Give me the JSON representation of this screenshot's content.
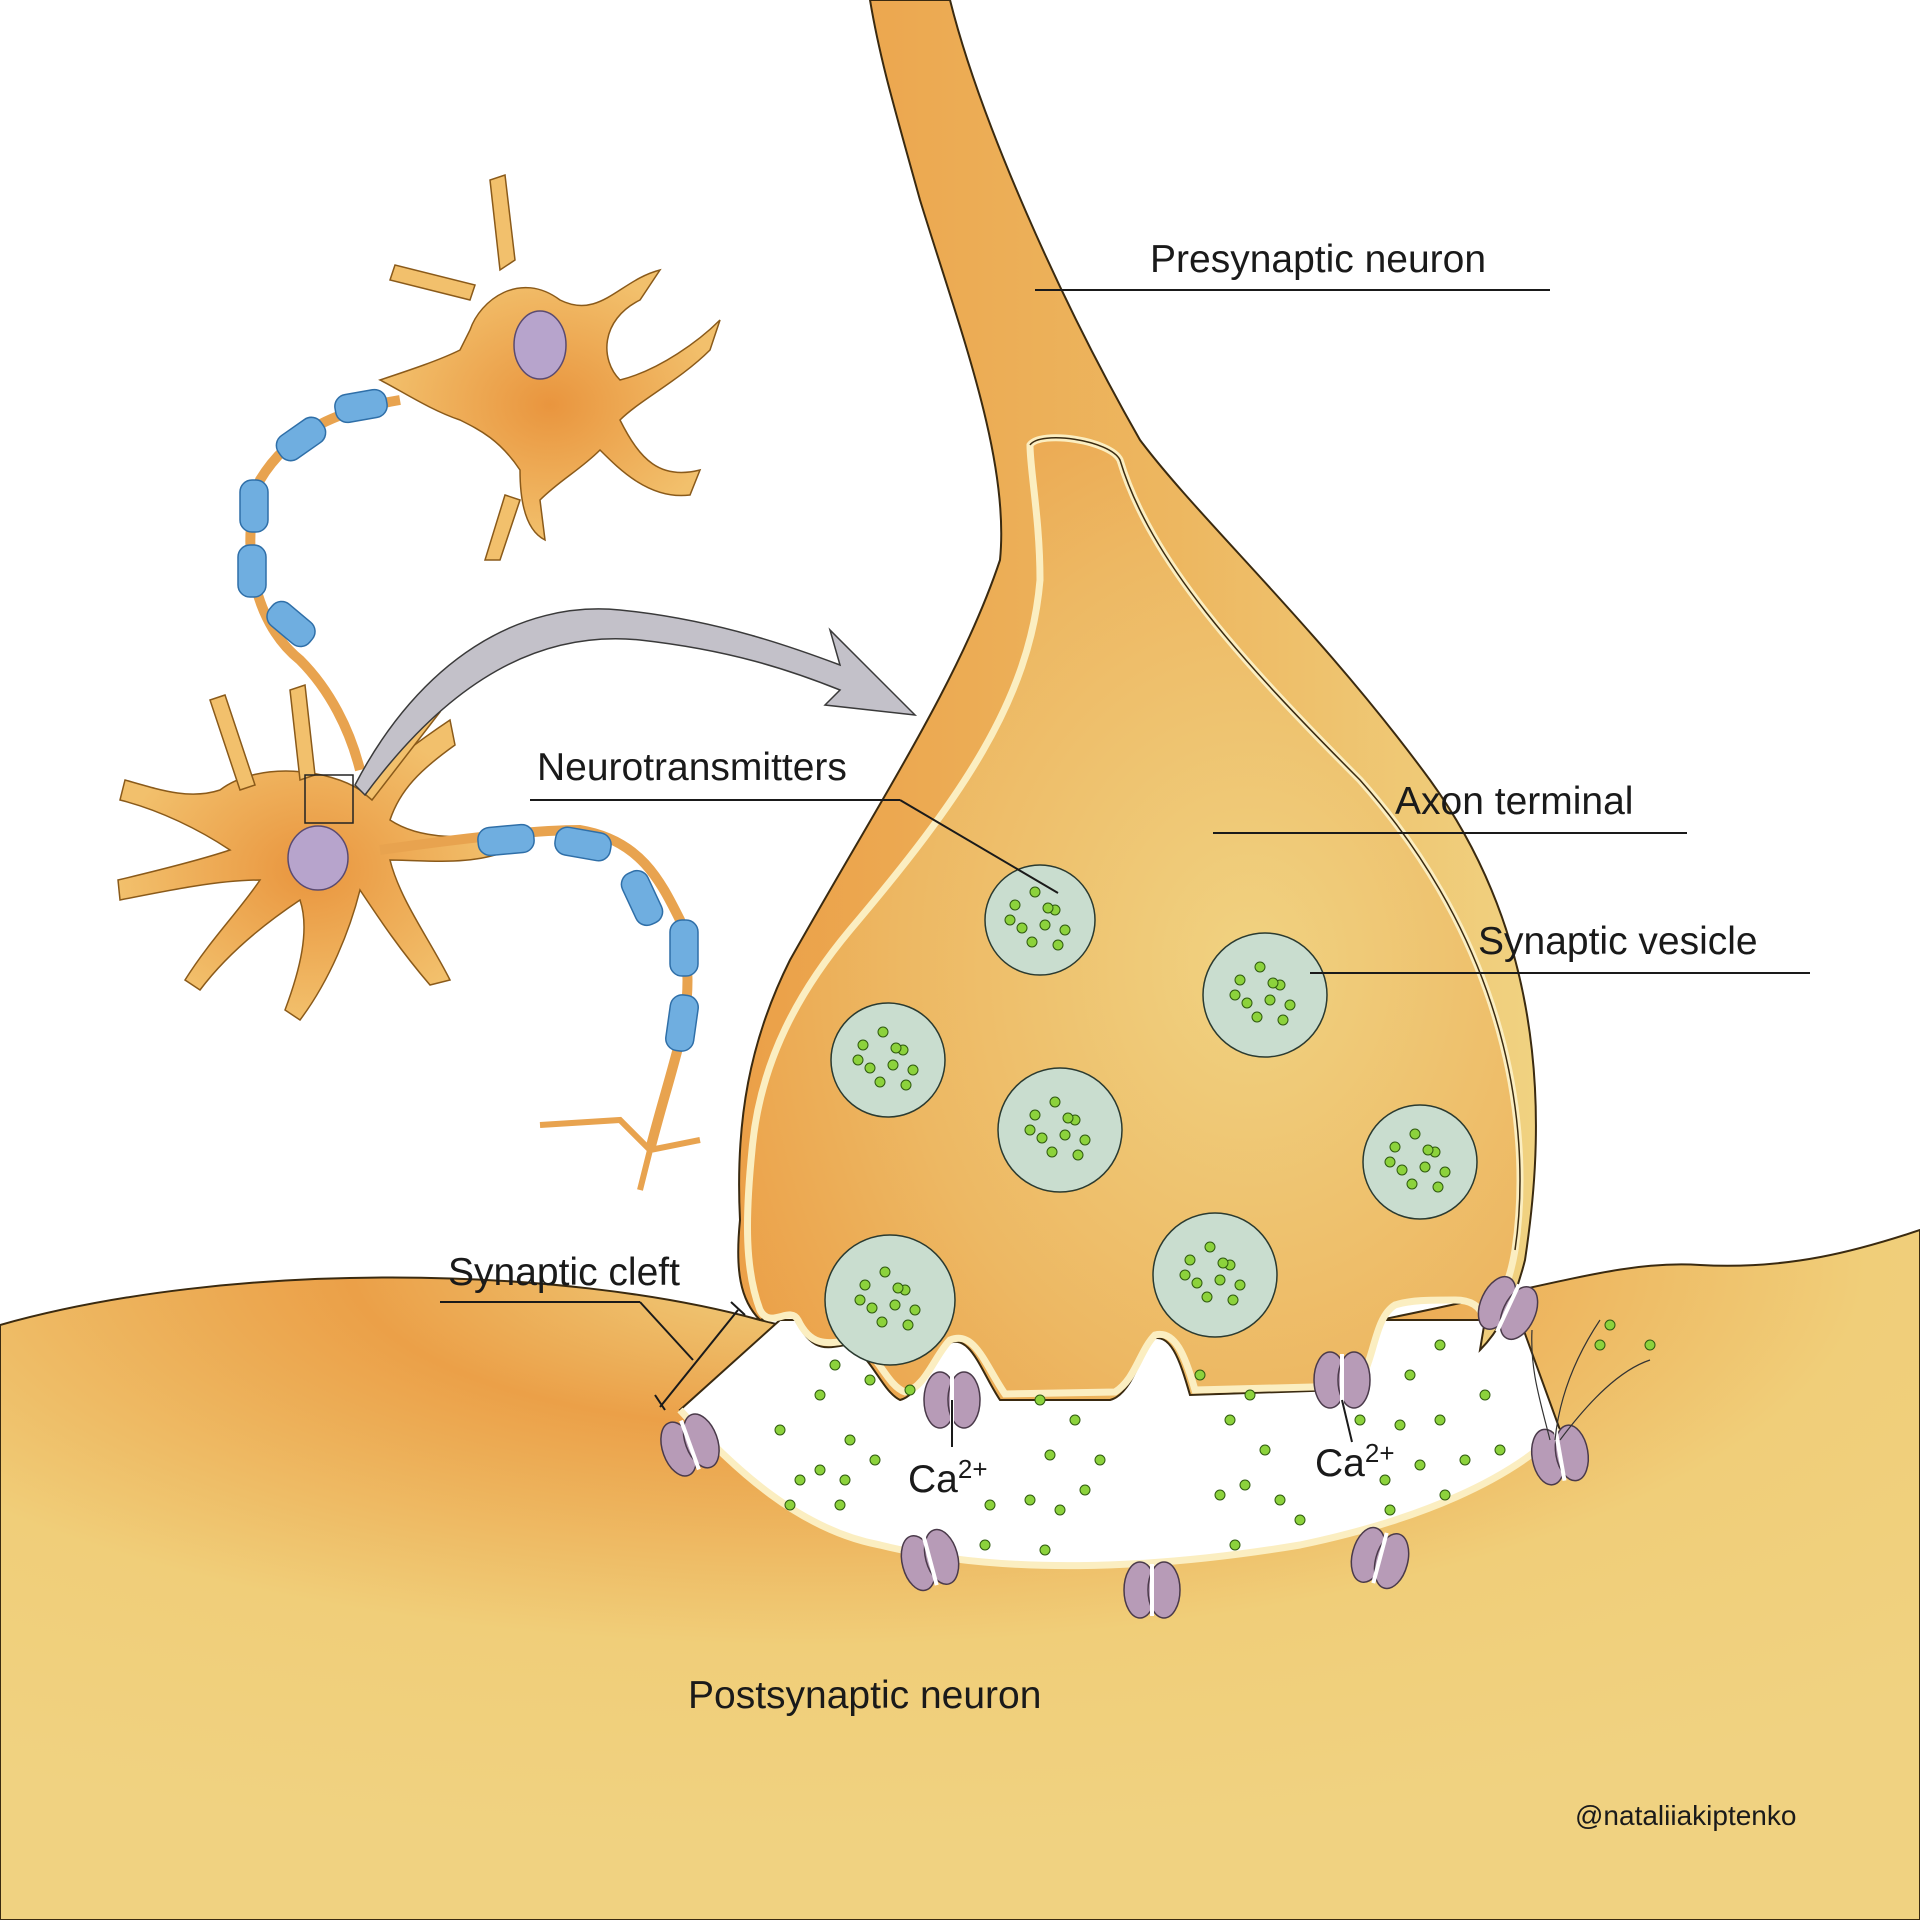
{
  "labels": {
    "presynaptic": "Presynaptic neuron",
    "neurotransmitters": "Neurotransmitters",
    "axon_terminal": "Axon terminal",
    "synaptic_vesicle": "Synaptic vesicle",
    "synaptic_cleft": "Synaptic cleft",
    "ca_left": "Ca",
    "ca_right": "Ca",
    "ca_charge": "2+",
    "postsynaptic": "Postsynaptic neuron"
  },
  "credit": "@nataliiakiptenko",
  "colors": {
    "cell_orange": "#EBA048",
    "cell_yellow": "#F0D281",
    "membrane": "#FBEEC1",
    "vesicle": "#C9DDCF",
    "neurotransmitter": "#8CD23C",
    "channel": "#B79BB7",
    "myelin": "#6FAEE0",
    "nucleus": "#B7A4CC",
    "arrow": "#C3C1C9"
  }
}
